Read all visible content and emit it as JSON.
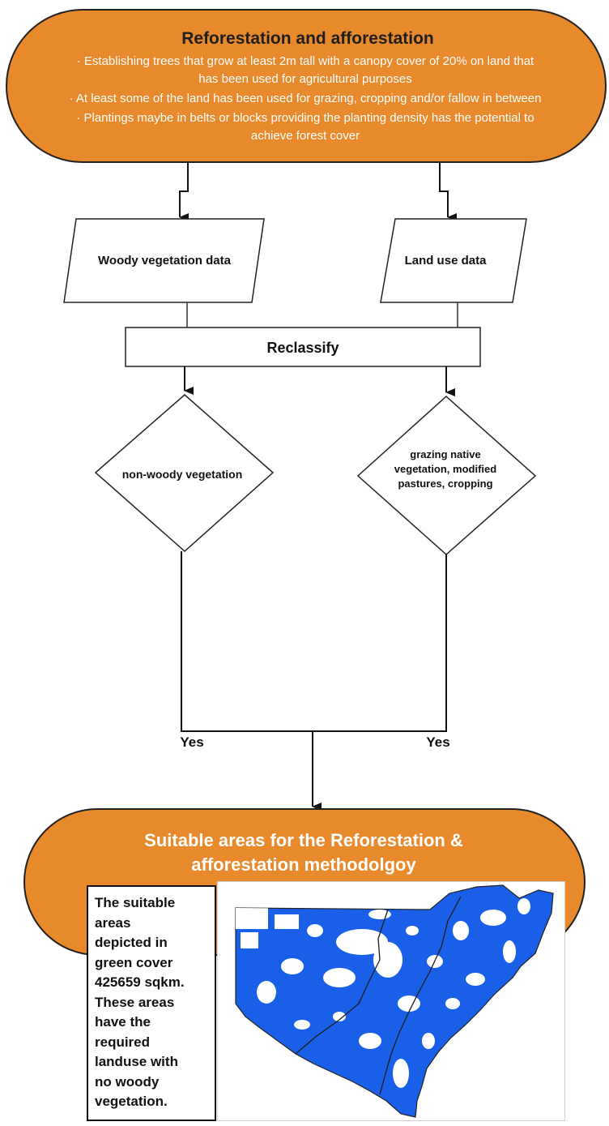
{
  "colors": {
    "accent": "#e8892b",
    "map_blue": "#1a5fe8"
  },
  "header": {
    "title": "Reforestation and afforestation",
    "bullets": [
      "· Establishing trees that grow at least 2m tall with a canopy cover of 20% on land that",
      "has been used for agricultural purposes",
      "· At least some of the land has been used for grazing, cropping and/or fallow in between",
      "· Plantings maybe in belts or blocks providing the planting density has the potential to",
      "achieve forest cover"
    ]
  },
  "inputs": {
    "woody": "Woody vegetation data",
    "landuse": "Land use data"
  },
  "process": {
    "reclassify": "Reclassify"
  },
  "decisions": {
    "left": "non-woody vegetation",
    "right_lines": [
      "grazing native",
      "vegetation, modified",
      "pastures, cropping"
    ]
  },
  "branches": {
    "yes_left": "Yes",
    "yes_right": "Yes"
  },
  "result": {
    "title_lines": [
      "Suitable areas for the Reforestation &",
      "afforestation methodolgoy"
    ]
  },
  "note": {
    "lines": [
      "The suitable",
      "areas",
      "depicted in",
      "green cover",
      "425659 sqkm.",
      "These areas",
      "have the",
      "required",
      "landuse with",
      "no woody",
      "vegetation."
    ]
  }
}
